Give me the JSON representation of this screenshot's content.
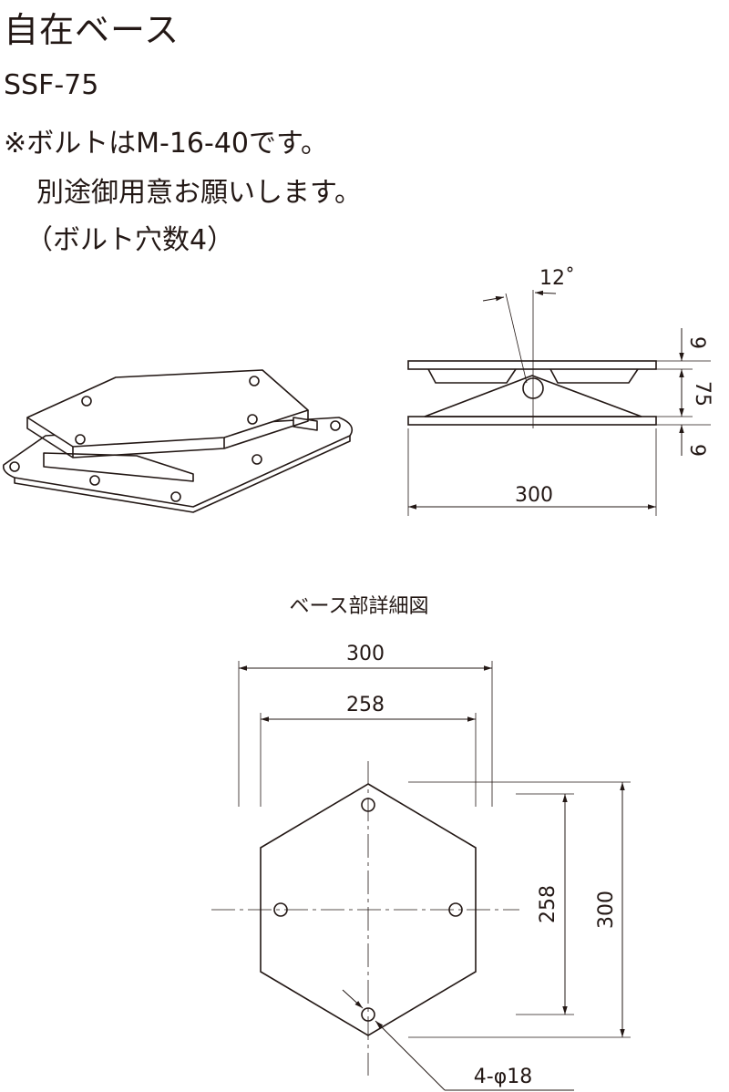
{
  "title": "自在ベース",
  "model": "SSF-75",
  "notes": [
    "※ボルトはM-16-40です。",
    "別途御用意お願いします。",
    "（ボルト穴数4）"
  ],
  "side_view": {
    "angle": "12˚",
    "thickness_top": "9",
    "height": "75",
    "thickness_bottom": "9",
    "width": "300"
  },
  "base_detail": {
    "caption": "ベース部詳細図",
    "outer_width": "300",
    "hole_span_x": "258",
    "hole_span_y": "258",
    "outer_height": "300",
    "holes": "4-φ18"
  }
}
